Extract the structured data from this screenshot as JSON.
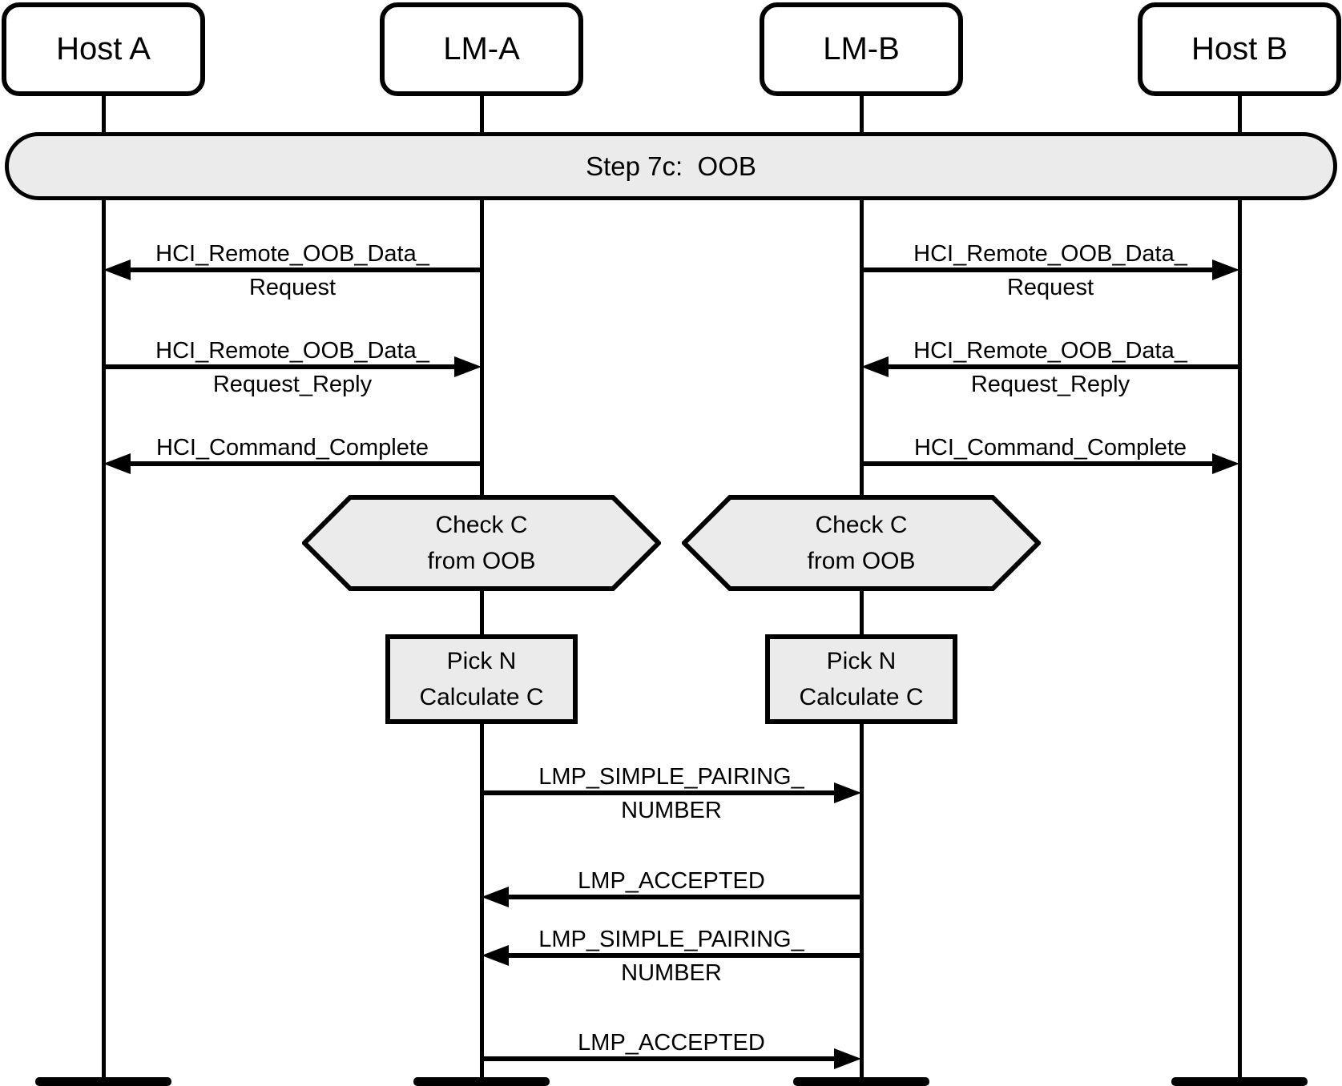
{
  "diagram": {
    "banner": {
      "label": "Step 7c:  OOB"
    },
    "actors": [
      {
        "label": "Host A"
      },
      {
        "label": "LM-A"
      },
      {
        "label": "LM-B"
      },
      {
        "label": "Host B"
      }
    ],
    "messages": [
      {
        "line1": "HCI_Remote_OOB_Data_",
        "line2": "Request",
        "from": "LM-A",
        "to": "Host A",
        "direction": "left"
      },
      {
        "line1": "HCI_Remote_OOB_Data_",
        "line2": "Request",
        "from": "LM-B",
        "to": "Host B",
        "direction": "right"
      },
      {
        "line1": "HCI_Remote_OOB_Data_",
        "line2": "Request_Reply",
        "from": "Host A",
        "to": "LM-A",
        "direction": "right"
      },
      {
        "line1": "HCI_Remote_OOB_Data_",
        "line2": "Request_Reply",
        "from": "Host B",
        "to": "LM-B",
        "direction": "left"
      },
      {
        "line1": "HCI_Command_Complete",
        "from": "LM-A",
        "to": "Host A",
        "direction": "left"
      },
      {
        "line1": "HCI_Command_Complete",
        "from": "LM-B",
        "to": "Host B",
        "direction": "right"
      },
      {
        "line1": "LMP_SIMPLE_PAIRING_",
        "line2": "NUMBER",
        "from": "LM-A",
        "to": "LM-B",
        "direction": "right"
      },
      {
        "line1": "LMP_ACCEPTED",
        "from": "LM-B",
        "to": "LM-A",
        "direction": "left"
      },
      {
        "line1": "LMP_SIMPLE_PAIRING_",
        "line2": "NUMBER",
        "from": "LM-B",
        "to": "LM-A",
        "direction": "left"
      },
      {
        "line1": "LMP_ACCEPTED",
        "from": "LM-A",
        "to": "LM-B",
        "direction": "right"
      }
    ],
    "nodes": [
      {
        "shape": "hexagon",
        "line1": "Check C",
        "line2": "from OOB",
        "on": "LM-A"
      },
      {
        "shape": "hexagon",
        "line1": "Check C",
        "line2": "from OOB",
        "on": "LM-B"
      },
      {
        "shape": "rectangle",
        "line1": "Pick N",
        "line2": "Calculate C",
        "on": "LM-A"
      },
      {
        "shape": "rectangle",
        "line1": "Pick N",
        "line2": "Calculate C",
        "on": "LM-B"
      }
    ],
    "colors": {
      "node_fill": "#ebebeb",
      "line": "#000000",
      "background": "#ffffff"
    }
  }
}
